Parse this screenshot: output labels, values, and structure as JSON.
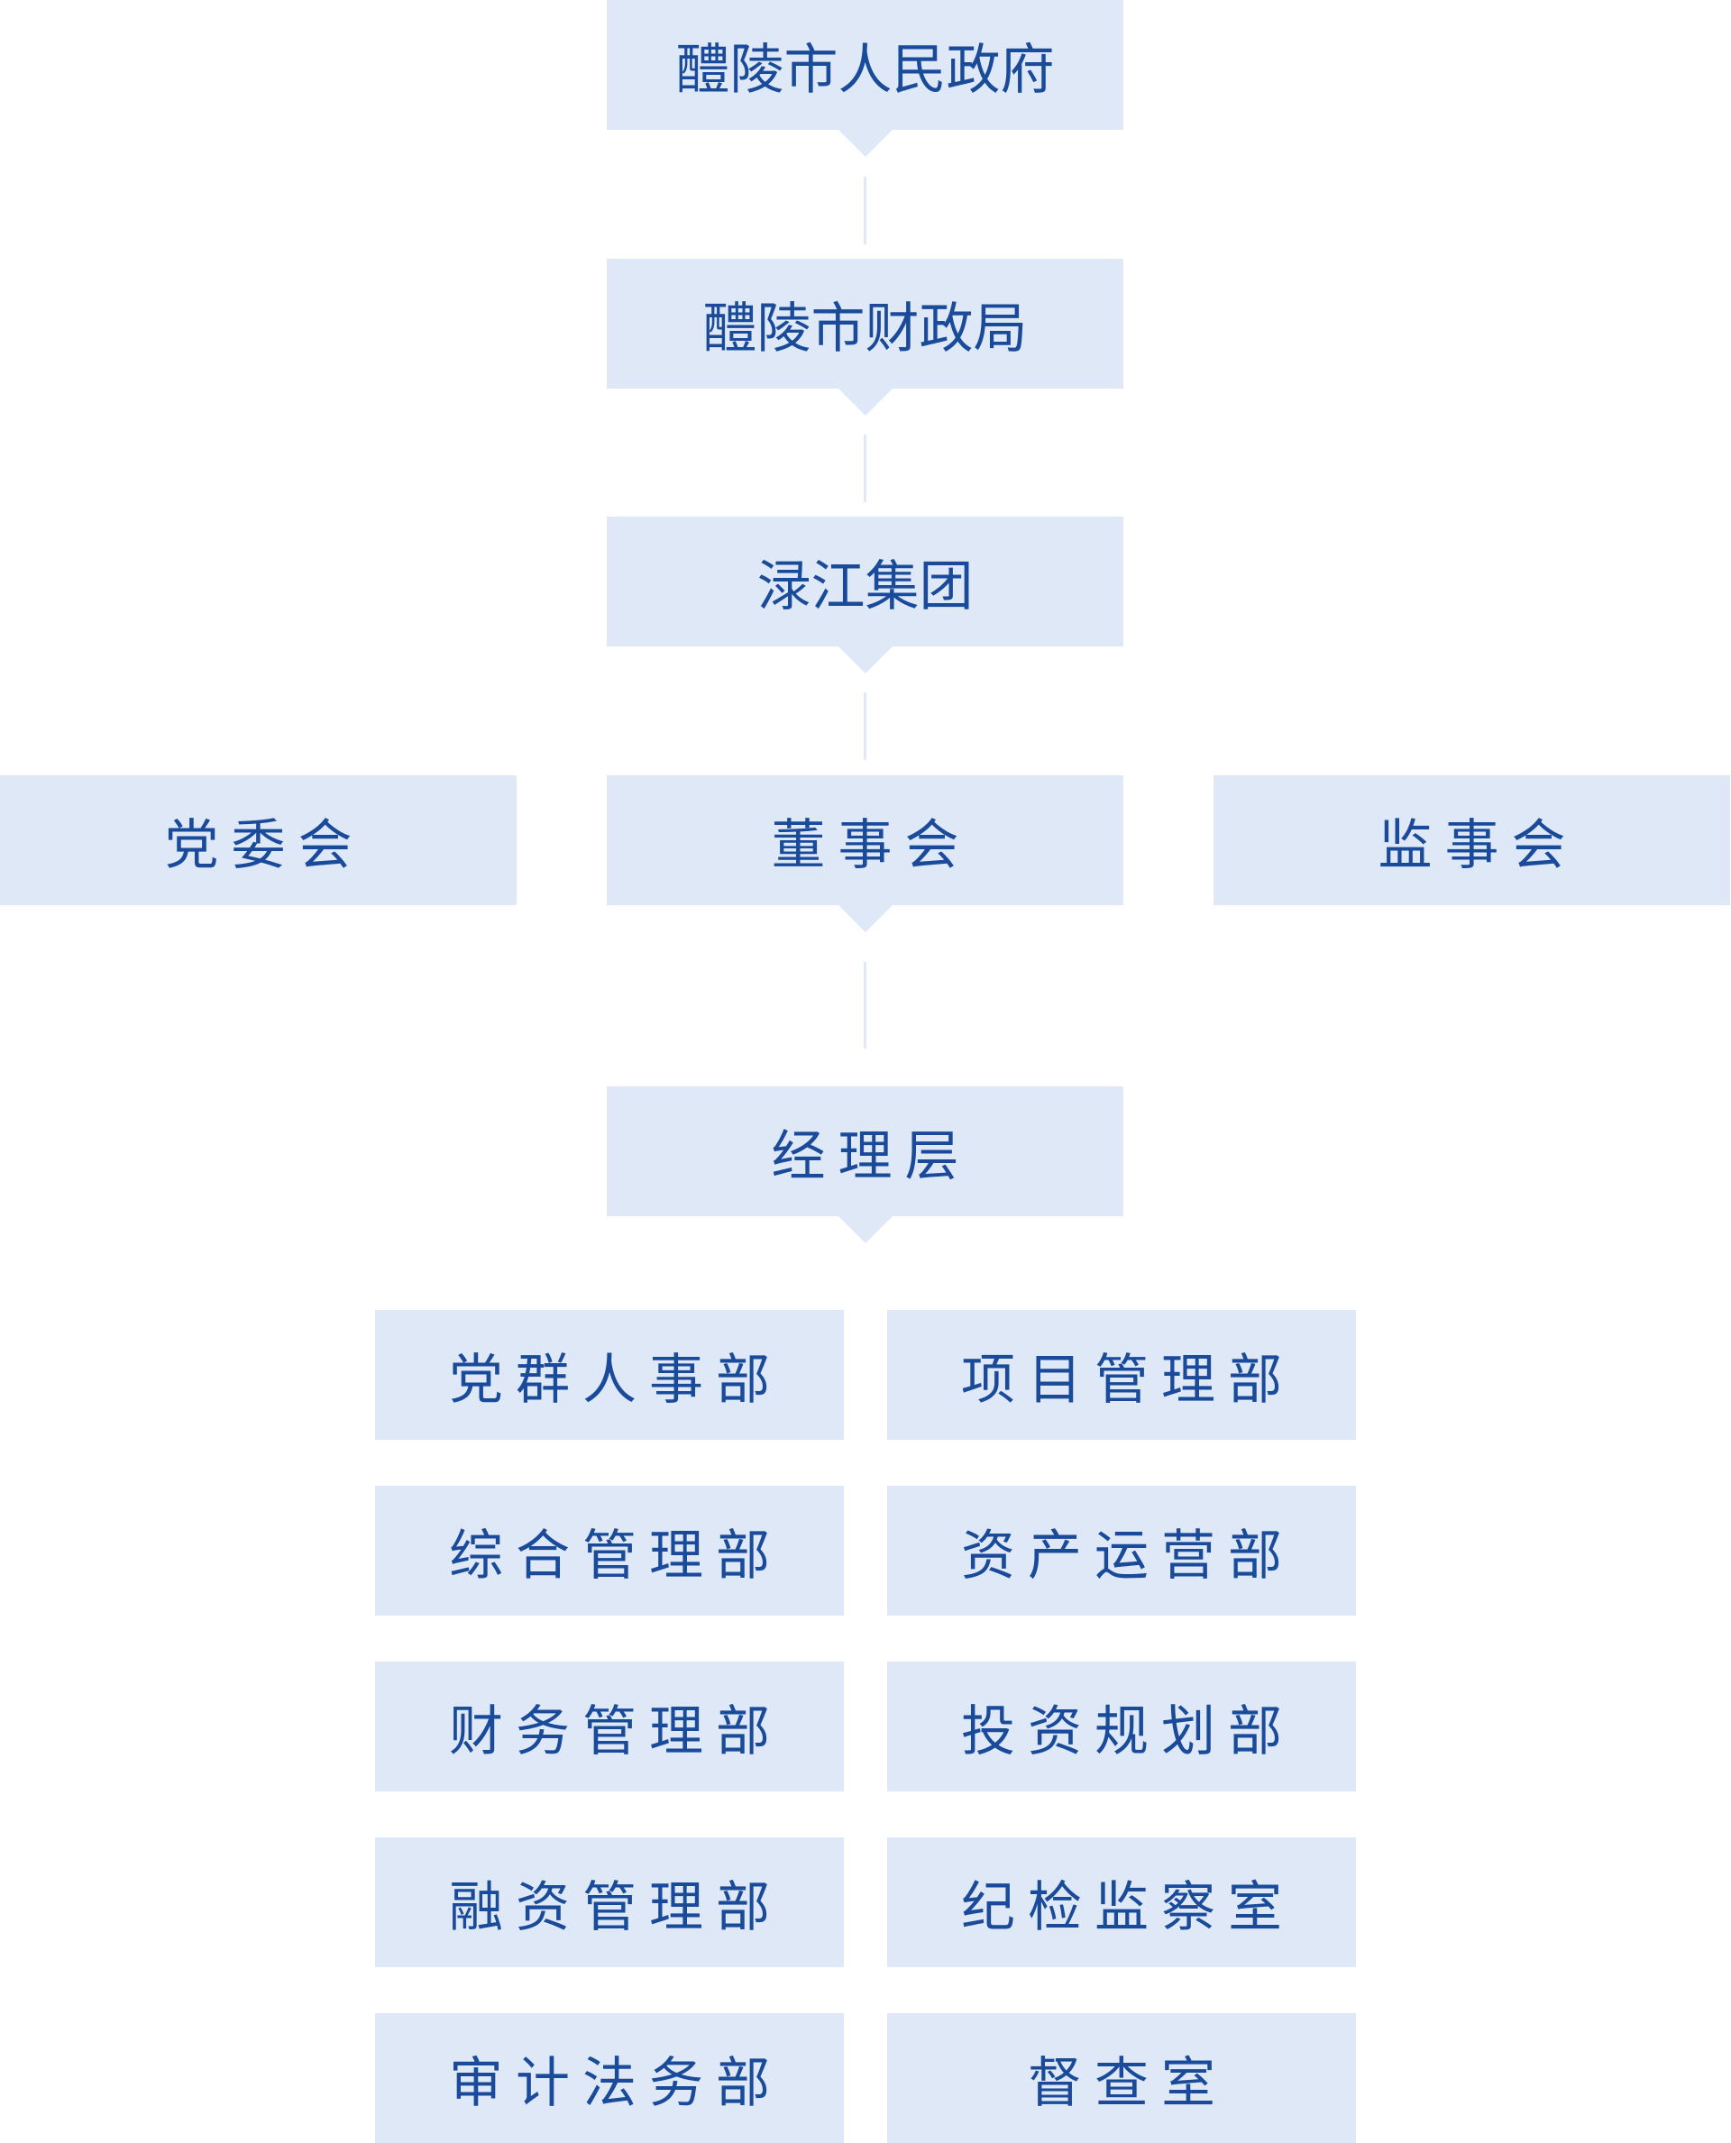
{
  "chain": [
    {
      "id": "gov",
      "label": "醴陵市人民政府"
    },
    {
      "id": "finance",
      "label": "醴陵市财政局"
    },
    {
      "id": "group",
      "label": "渌江集团"
    }
  ],
  "governance": {
    "left": "党委会",
    "center": "董事会",
    "right": "监事会"
  },
  "management": "经理层",
  "departments": [
    [
      "党群人事部",
      "项目管理部"
    ],
    [
      "综合管理部",
      "资产运营部"
    ],
    [
      "财务管理部",
      "投资规划部"
    ],
    [
      "融资管理部",
      "纪检监察室"
    ],
    [
      "审计法务部",
      "督查室"
    ]
  ],
  "colors": {
    "box": "#dfe8f6",
    "text": "#1a4b9b"
  }
}
